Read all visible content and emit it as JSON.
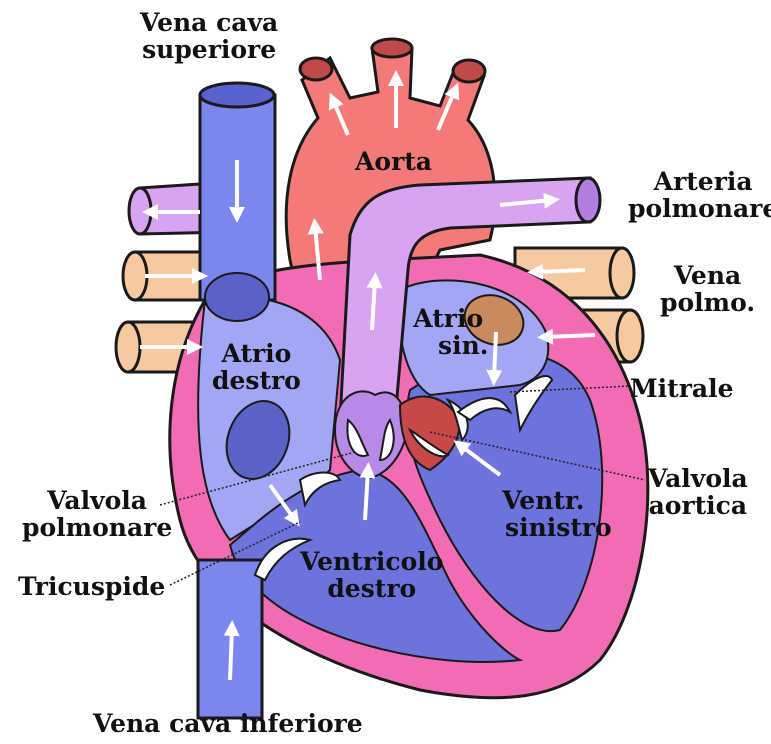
{
  "colors": {
    "vena_cava": "#7b86ee",
    "vena_cava_dark": "#3d3f9a",
    "aorta": "#f47a7a",
    "aorta_dark": "#8a2b2b",
    "pulmonary_artery": "#d8a4f2",
    "pulmonary_vein": "#f7c9a0",
    "atrium_right": "#a3a6f4",
    "ventricle_blue": "#6d72dc",
    "myocardium": "#f26cb4",
    "valve": "#ffffff",
    "outline": "#1a1a1a",
    "arrow": "#ffffff"
  },
  "labels": {
    "vena_cava_superiore": [
      "Vena cava",
      "superiore"
    ],
    "aorta": "Aorta",
    "arteria_polmonare": [
      "Arteria",
      "polmonare"
    ],
    "vena_polmo": [
      "Vena",
      "polmo."
    ],
    "atrio_sin": [
      "Atrio",
      "sin."
    ],
    "mitrale": "Mitrale",
    "atrio_destro": [
      "Atrio",
      "destro"
    ],
    "valvola_aortica": [
      "Valvola",
      "aortica"
    ],
    "ventr_sinistro": [
      "Ventr.",
      "sinistro"
    ],
    "valvola_polmonare": [
      "Valvola",
      "polmonare"
    ],
    "ventricolo_destro": [
      "Ventricolo",
      "destro"
    ],
    "tricuspide": "Tricuspide",
    "vena_cava_inferiore": "Vena cava inferiore"
  }
}
